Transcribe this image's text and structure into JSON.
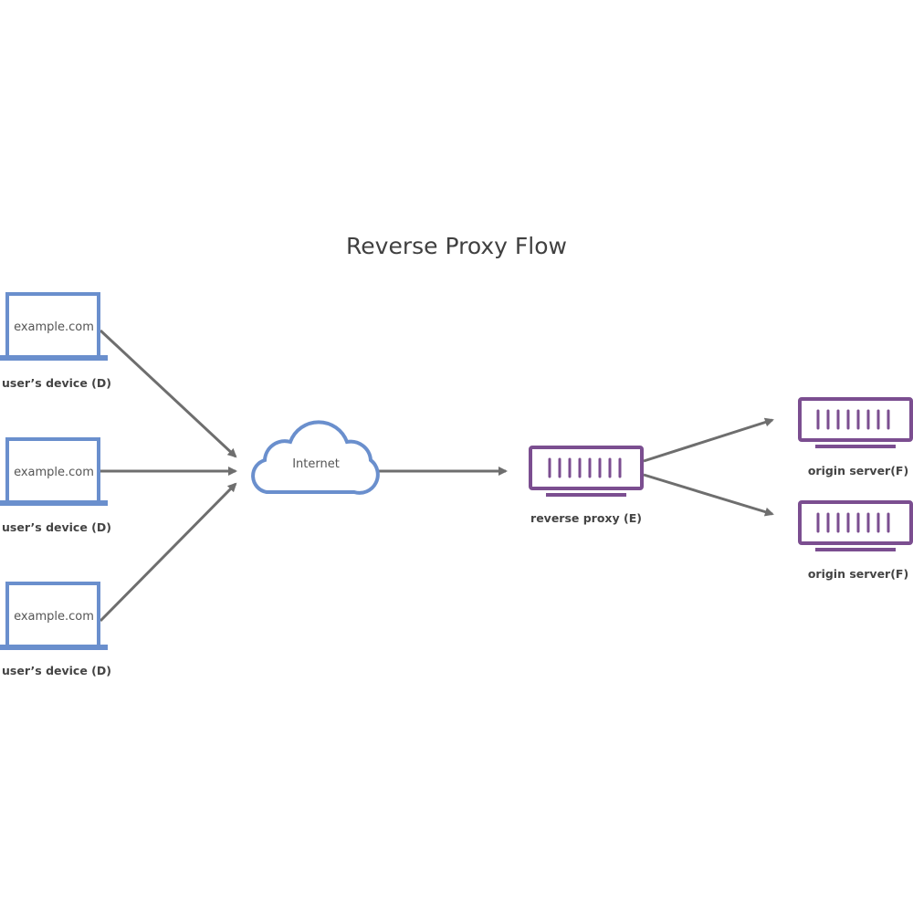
{
  "title": "Reverse Proxy Flow",
  "devices": [
    {
      "screen_text": "example.com",
      "label": "user’s device (D)"
    },
    {
      "screen_text": "example.com",
      "label": "user’s device (D)"
    },
    {
      "screen_text": "example.com",
      "label": "user’s device (D)"
    }
  ],
  "internet": {
    "label": "Internet"
  },
  "proxy": {
    "label": "reverse proxy (E)"
  },
  "origins": [
    {
      "label": "origin server(F)"
    },
    {
      "label": "origin server(F)"
    }
  ],
  "colors": {
    "device": "#6a8fcd",
    "server": "#7b4e90",
    "arrow": "#6e6e6e",
    "title": "#404040"
  }
}
